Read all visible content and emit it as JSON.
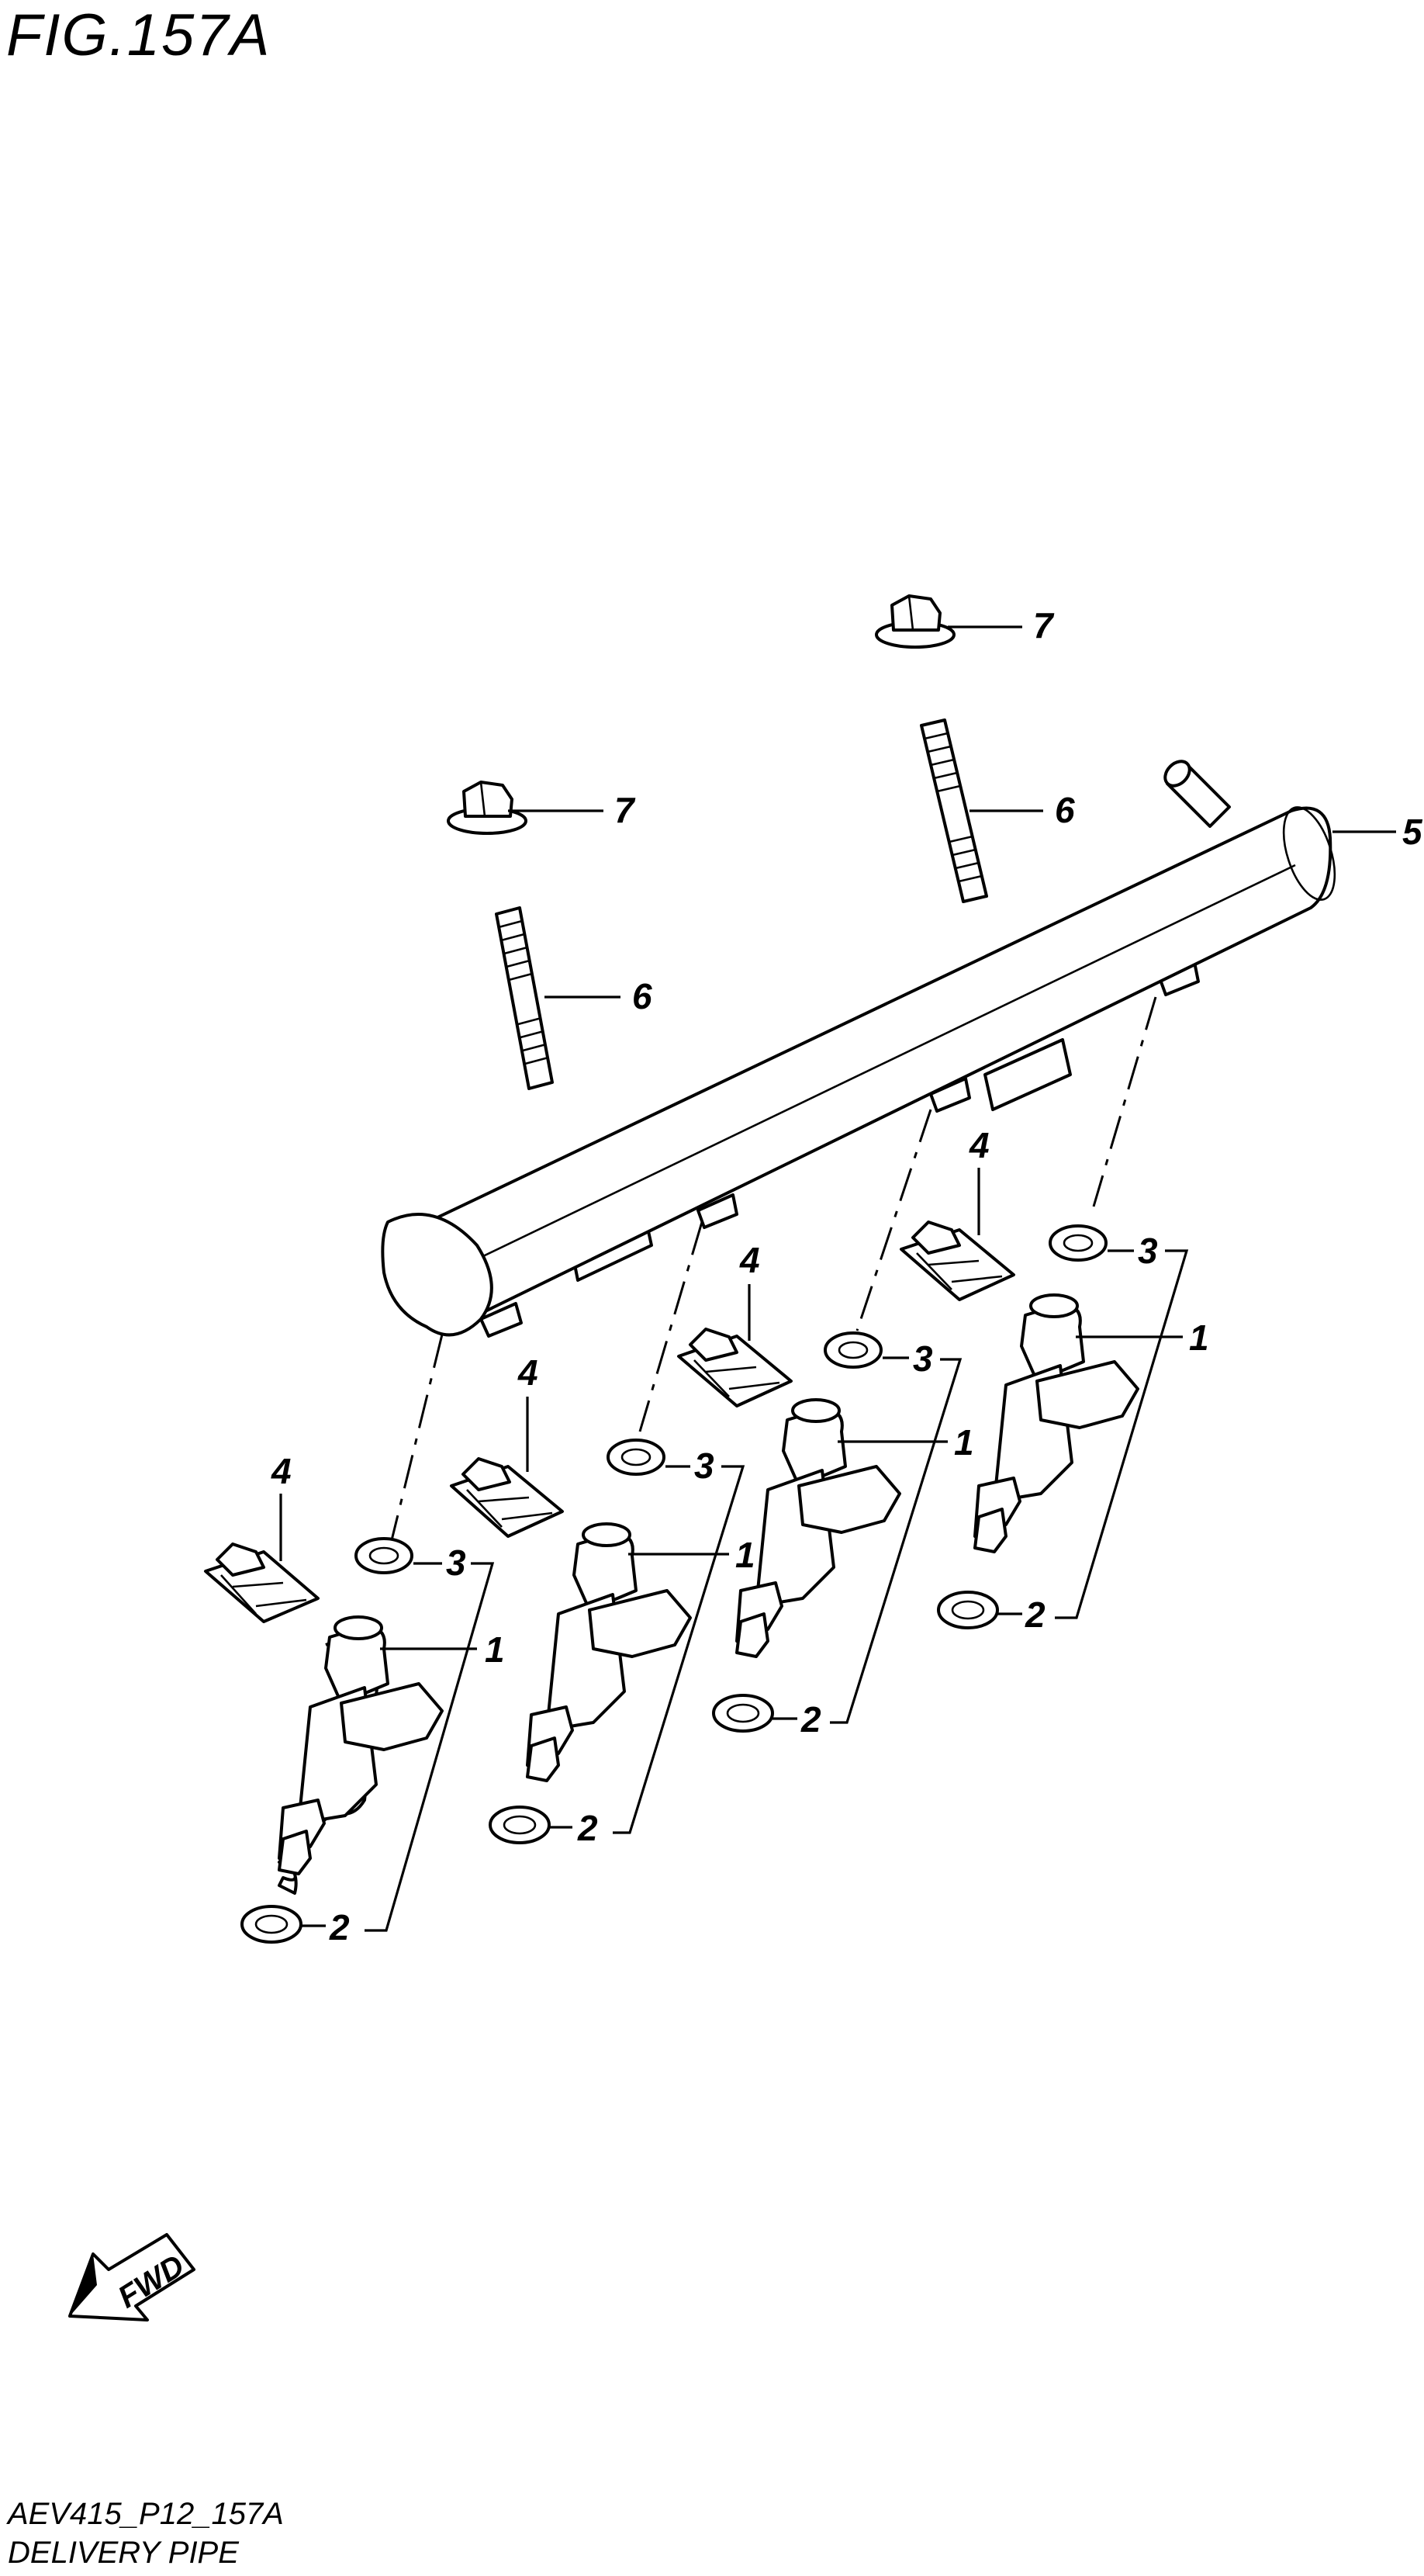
{
  "figure": {
    "title": "FIG.157A",
    "code": "AEV415_P12_157A",
    "name": "DELIVERY PIPE"
  },
  "fwd_label": "FWD",
  "callouts": {
    "c1a": "1",
    "c1b": "1",
    "c1c": "1",
    "c1d": "1",
    "c2a": "2",
    "c2b": "2",
    "c2c": "2",
    "c2d": "2",
    "c3a": "3",
    "c3b": "3",
    "c3c": "3",
    "c3d": "3",
    "c4a": "4",
    "c4b": "4",
    "c4c": "4",
    "c4d": "4",
    "c5": "5",
    "c6a": "6",
    "c6b": "6",
    "c7a": "7",
    "c7b": "7"
  }
}
